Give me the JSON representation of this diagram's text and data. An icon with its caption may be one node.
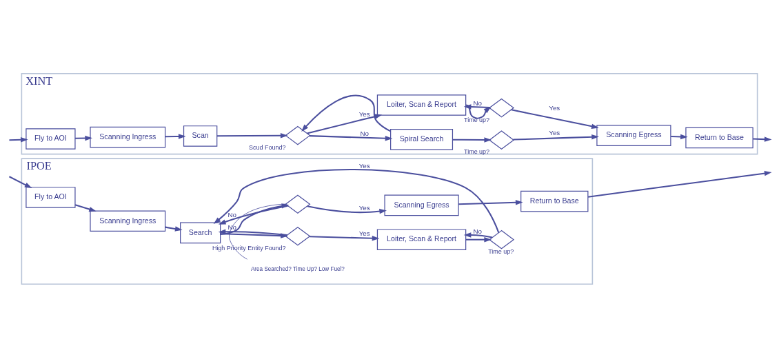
{
  "diagram": {
    "nodes": [
      {
        "text": [
          "XINT"
        ]
      },
      {
        "text": [
          "Fly to AOI"
        ],
        "in": 0
      },
      {
        "text": [
          "Scanning Ingress"
        ],
        "in": 0
      },
      {
        "text": [
          "Scan"
        ],
        "in": 0
      },
      {
        "text": [],
        "shape": "diamond",
        "beside": [
          "Scud Found?"
        ],
        "in": 0
      },
      {
        "text": [
          "Spiral Search"
        ],
        "in": 0
      },
      {
        "text": [],
        "shape": "diamond",
        "beside": [
          "Time up?"
        ],
        "in": 0
      },
      {
        "text": [
          "Loiter, Scan & Report"
        ],
        "in": 0
      },
      {
        "text": [],
        "shape": "diamond",
        "beside": [
          "Time up?"
        ],
        "in": 0
      },
      {
        "text": [
          "Scanning Egress"
        ],
        "in": 0
      },
      {
        "text": [
          "Return to Base"
        ],
        "in": 0
      },
      {
        "text": [
          "IPOE"
        ]
      },
      {
        "text": [
          "Fly to AOI"
        ],
        "in": 11
      },
      {
        "text": [
          "Scanning Ingress"
        ],
        "in": 11
      },
      {
        "text": [
          "Search"
        ],
        "in": 11
      },
      {
        "text": [],
        "shape": "diamond",
        "beside": [
          "High Priority Entity Found?"
        ],
        "in": 11
      },
      {
        "text": [
          "Loiter, Scan & Report"
        ],
        "in": 11
      },
      {
        "text": [],
        "shape": "diamond",
        "beside": [
          "Time up?"
        ],
        "in": 11
      },
      {
        "text": [],
        "shape": "diamond",
        "in": 11
      },
      {
        "text": [
          "Scanning Egress"
        ],
        "in": 11
      },
      {
        "text": [
          "Return to Base"
        ],
        "in": 11
      },
      {
        "text": [
          "Area Searched? Time Up? Low Fuel?"
        ],
        "in": 11
      }
    ],
    "edges": [
      {
        "from": null,
        "to": 1,
        "arrow": "to"
      },
      {
        "from": 1,
        "to": 2,
        "arrow": "to"
      },
      {
        "from": 2,
        "to": 3,
        "arrow": "to"
      },
      {
        "from": 3,
        "to": 4,
        "arrow": "to"
      },
      {
        "from": 4,
        "to": 5,
        "arrow": "to",
        "label": "No"
      },
      {
        "from": 5,
        "to": 4,
        "arrow": "to"
      },
      {
        "from": 4,
        "to": 7,
        "arrow": "to",
        "label": "Yes"
      },
      {
        "from": 5,
        "to": 6,
        "arrow": "to"
      },
      {
        "from": 6,
        "to": 9,
        "arrow": "to",
        "label": "Yes"
      },
      {
        "from": 7,
        "to": 8,
        "arrow": "to"
      },
      {
        "from": 8,
        "to": 7,
        "arrow": "to",
        "label": "No"
      },
      {
        "from": 8,
        "to": 9,
        "arrow": "to",
        "label": "Yes"
      },
      {
        "from": 9,
        "to": 10,
        "arrow": "to"
      },
      {
        "from": 10,
        "to": null,
        "arrow": "to"
      },
      {
        "from": null,
        "to": 12,
        "arrow": "to"
      },
      {
        "from": 12,
        "to": 13,
        "arrow": "to"
      },
      {
        "from": 13,
        "to": 14,
        "arrow": "to"
      },
      {
        "from": 14,
        "to": 15,
        "arrow": "to"
      },
      {
        "from": 15,
        "to": 14,
        "arrow": "to",
        "label": "No"
      },
      {
        "from": 15,
        "to": 16,
        "arrow": "to",
        "label": "Yes"
      },
      {
        "from": 16,
        "to": 17,
        "arrow": "to"
      },
      {
        "from": 17,
        "to": 16,
        "arrow": "to",
        "label": "No"
      },
      {
        "from": 17,
        "to": 14,
        "arrow": "to",
        "label": "Yes"
      },
      {
        "from": 14,
        "to": 18,
        "arrow": "to"
      },
      {
        "from": 18,
        "to": 14,
        "arrow": "to",
        "label": "No"
      },
      {
        "from": 18,
        "to": 19,
        "arrow": "to",
        "label": "Yes"
      },
      {
        "from": 19,
        "to": 20,
        "arrow": "to"
      },
      {
        "from": 20,
        "to": null,
        "arrow": "to"
      },
      {
        "from": 21,
        "to": 18,
        "arrow": "none"
      }
    ]
  }
}
